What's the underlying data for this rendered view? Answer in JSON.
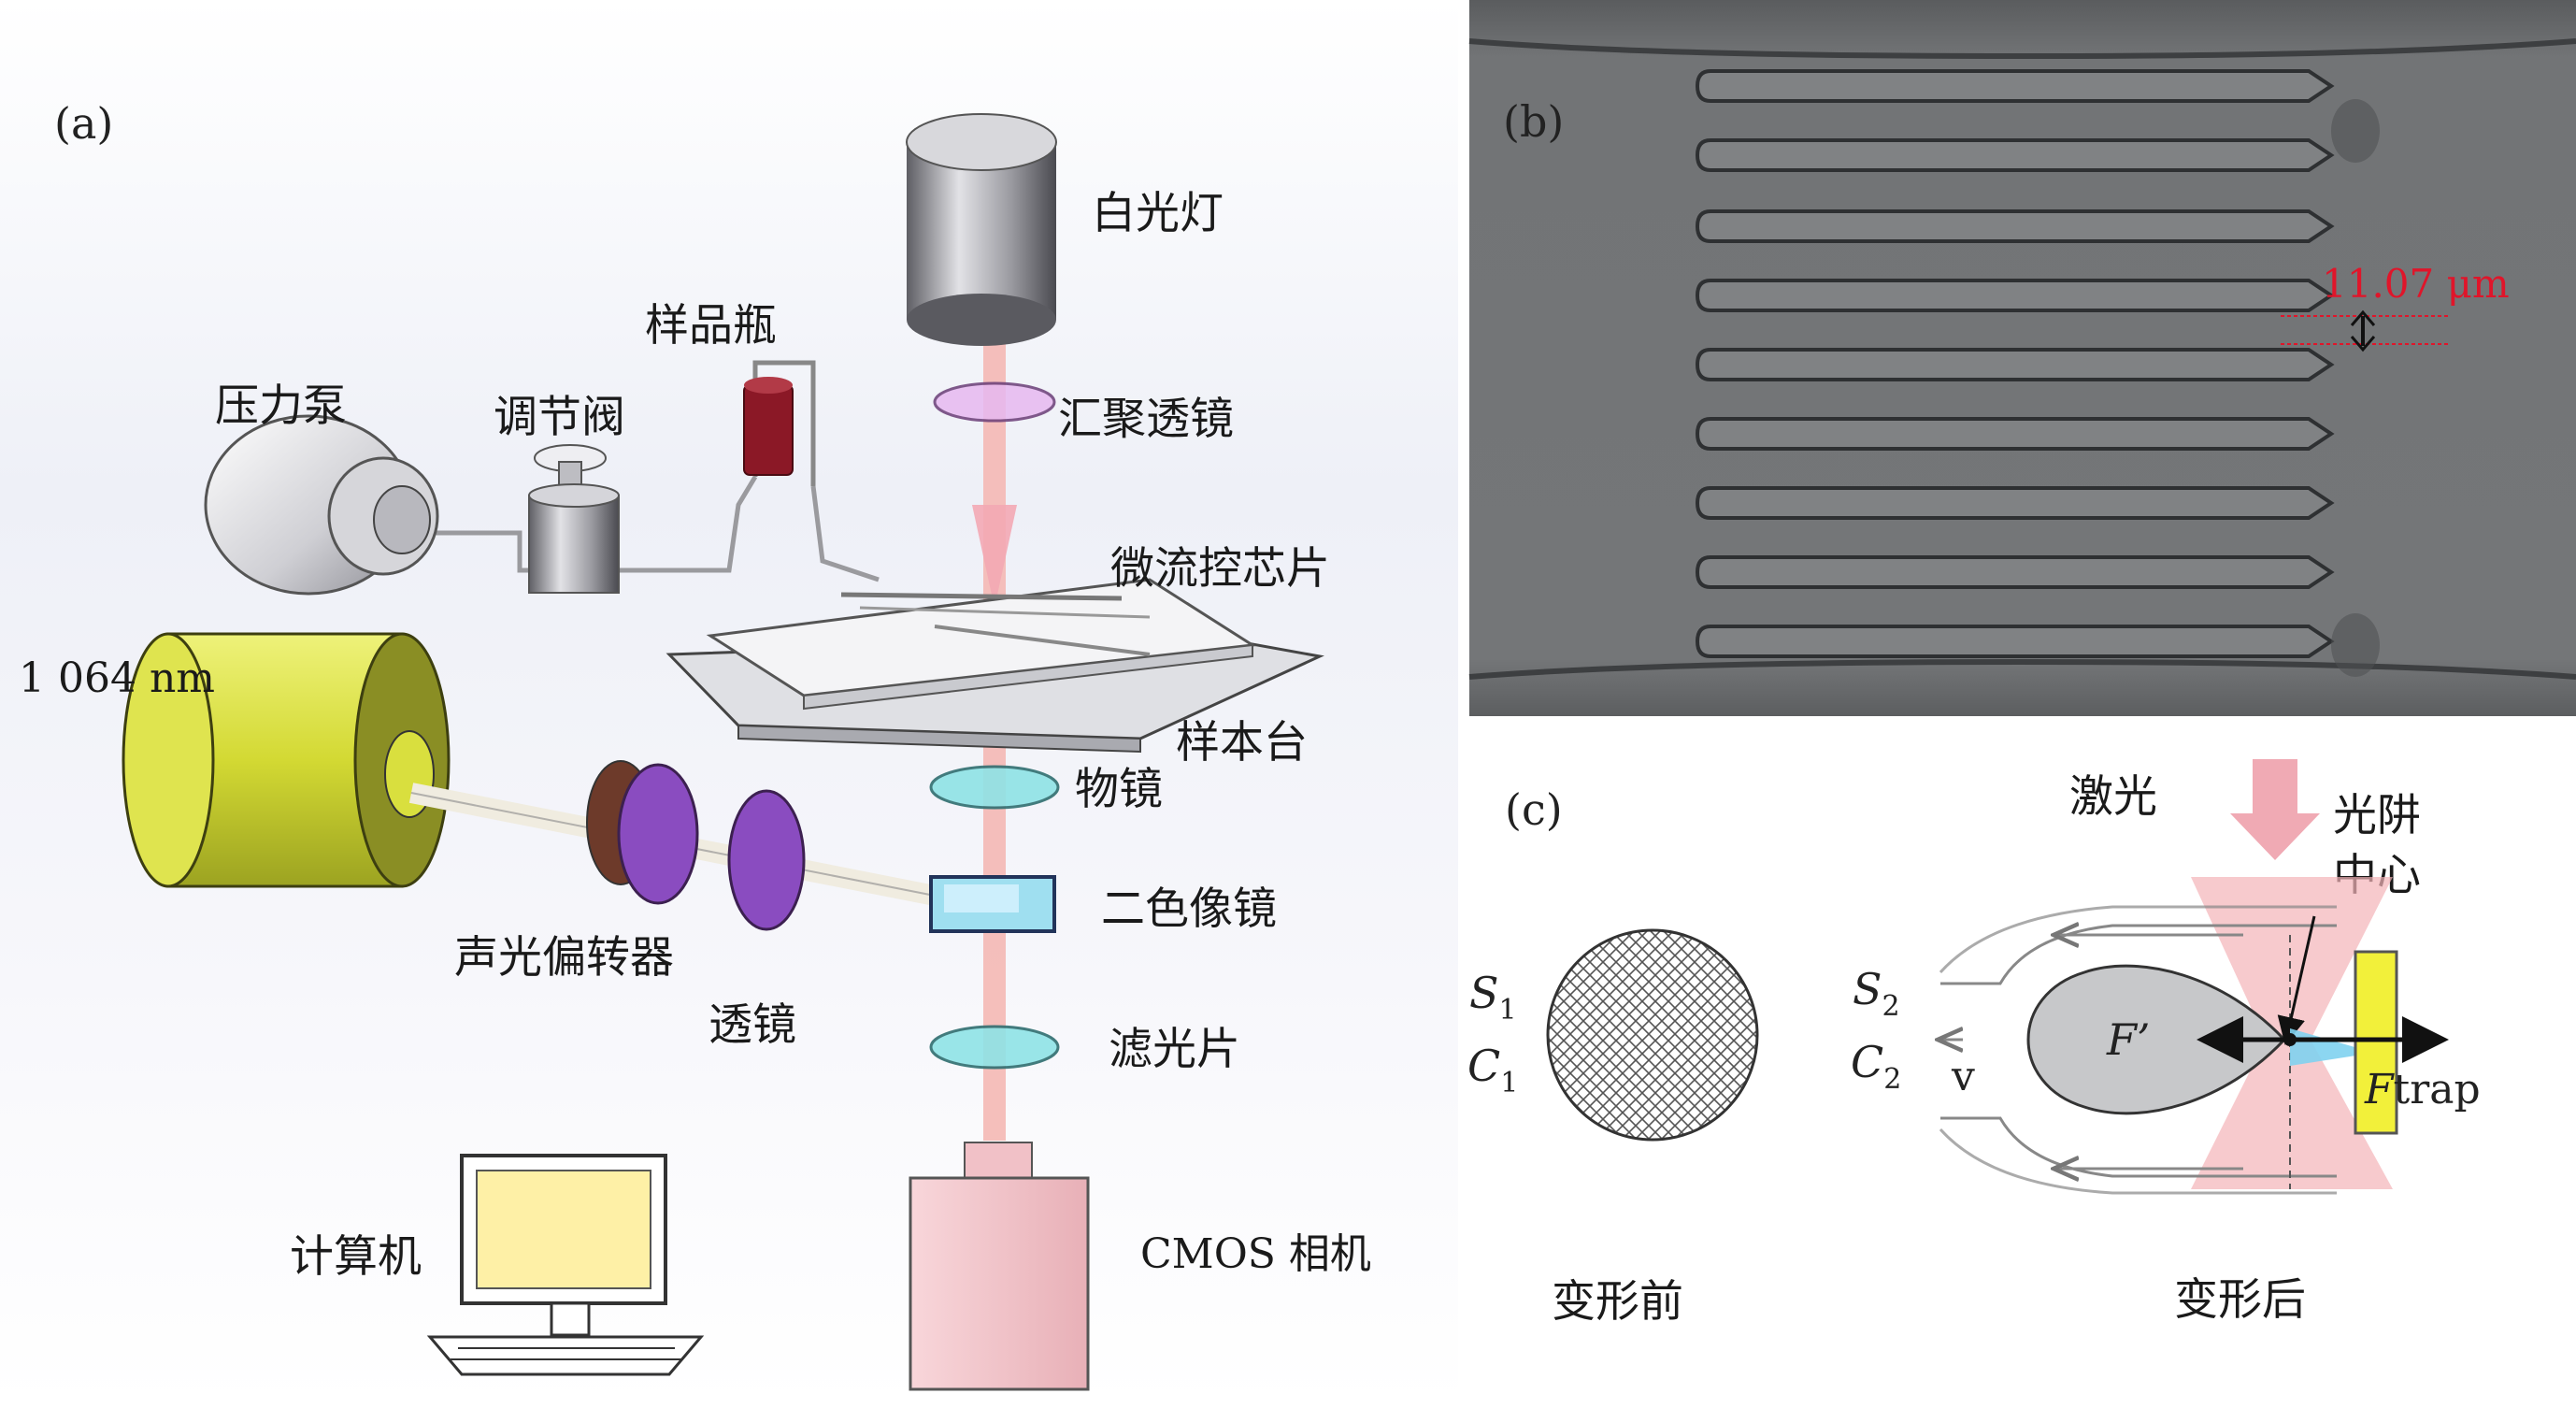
{
  "panel_a": {
    "label": "(a)",
    "components": {
      "white_lamp": "白光灯",
      "sample_bottle": "样品瓶",
      "pressure_pump": "压力泵",
      "regulating_valve": "调节阀",
      "condenser_lens": "汇聚透镜",
      "microfluidic_chip": "微流控芯片",
      "laser": "1 064 nm",
      "sample_stage": "样本台",
      "objective": "物镜",
      "dichroic_mirror": "二色像镜",
      "aod": "声光偏转器",
      "lens": "透镜",
      "filter": "滤光片",
      "computer": "计算机",
      "camera": "CMOS 相机"
    }
  },
  "panel_b": {
    "label": "(b)",
    "measurement": "11.07 μm"
  },
  "panel_c": {
    "label": "(c)",
    "laser": "激光",
    "trap_center_line1": "光阱",
    "trap_center_line2": "中心",
    "before": {
      "s": "S",
      "s_sub": "1",
      "c": "C",
      "c_sub": "1",
      "caption": "变形前"
    },
    "after": {
      "s": "S",
      "s_sub": "2",
      "c": "C",
      "c_sub": "2",
      "v": "v",
      "f_prime": "F’",
      "f_trap_italic": "F",
      "f_trap_rest": "trap",
      "caption": "变形后"
    }
  },
  "colors": {
    "micro_bg": "#6e7072",
    "beam": "#f4b8b4",
    "lens_pink": "#e7b9f0",
    "lens_cyan": "#8fe3e6",
    "laser_body": "#d9df3e",
    "aod_purple": "#8a4cc0",
    "bottle": "#8b1826",
    "camera_pink": "#f5c9cf",
    "trap_yellow": "#f2f03a",
    "measure_red": "#e0152a"
  }
}
